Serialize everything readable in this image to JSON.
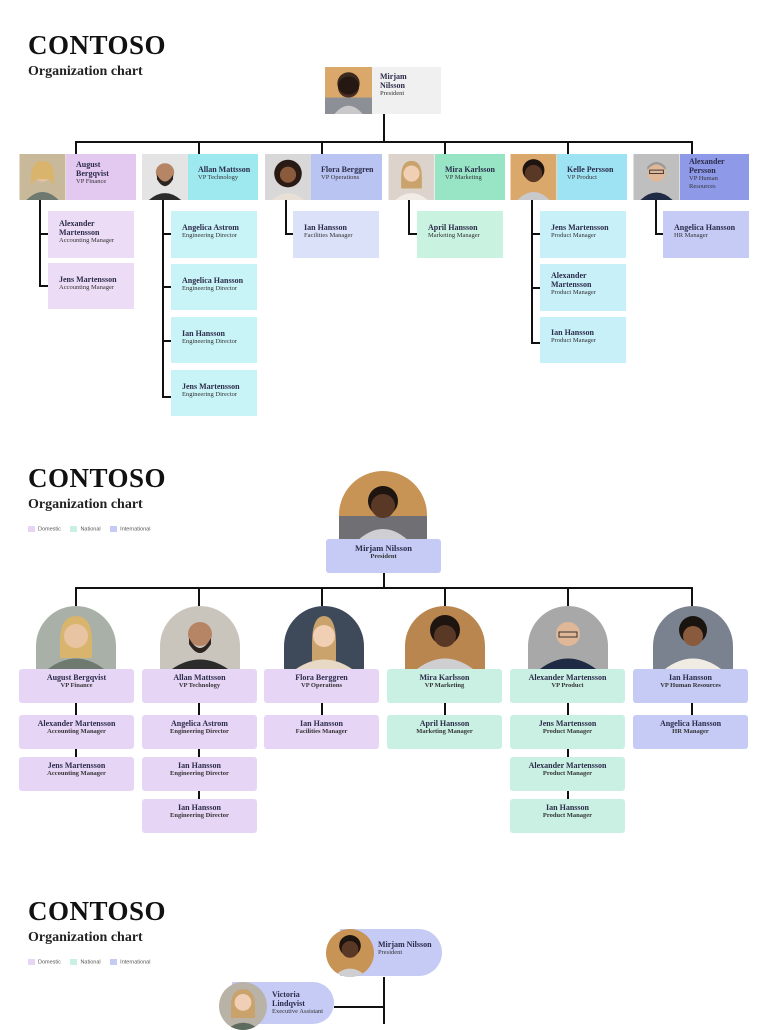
{
  "brand": "CONTOSO",
  "subtitle": "Organization chart",
  "colors": {
    "finance": "#e3c8f0",
    "technology": "#9ee8ef",
    "operations": "#b9c4f2",
    "marketing": "#97e5c5",
    "product": "#9ee3f3",
    "hr": "#8e9ae8",
    "president": "#f0f0f0",
    "domestic": "#e7d5f5",
    "national": "#c9f0e2",
    "international": "#c5cbf5"
  },
  "legend": [
    {
      "label": "Domestic"
    },
    {
      "label": "National"
    },
    {
      "label": "International"
    }
  ],
  "president": {
    "name": "Mirjam Nilsson",
    "name_lines": [
      "Mirjam",
      "Nilsson"
    ],
    "role": "President"
  },
  "vps": [
    {
      "name": "August Bergqvist",
      "name_lines": [
        "August",
        "Bergqvist"
      ],
      "role": "VP Finance",
      "reports": [
        {
          "name": "Alexander Martensson",
          "name_lines": [
            "Alexander",
            "Martensson"
          ],
          "role": "Accounting Manager"
        },
        {
          "name": "Jens Martensson",
          "name_lines": [
            "Jens Martensson"
          ],
          "role": "Accounting Manager"
        }
      ]
    },
    {
      "name": "Allan Mattsson",
      "name_lines": [
        "Allan Mattsson"
      ],
      "role": "VP Technology",
      "role_alt": "VP Technology",
      "reports": [
        {
          "name": "Angelica Astrom",
          "name_lines": [
            "Angelica Astrom"
          ],
          "role": "Engineering Director"
        },
        {
          "name": "Angelica Hansson",
          "name_lines": [
            "Angelica Hansson"
          ],
          "role": "Engineering Director"
        },
        {
          "name": "Ian Hansson",
          "name_lines": [
            "Ian Hansson"
          ],
          "role": "Engineering Director"
        },
        {
          "name": "Jens Martensson",
          "name_lines": [
            "Jens Martensson"
          ],
          "role": "Engineering Director"
        }
      ]
    },
    {
      "name": "Flora Berggren",
      "name_lines": [
        "Flora Berggren"
      ],
      "role": "VP Operations",
      "reports": [
        {
          "name": "Ian Hansson",
          "name_lines": [
            "Ian Hansson"
          ],
          "role": "Facilities Manager"
        }
      ]
    },
    {
      "name": "Mira Karlsson",
      "name_lines": [
        "Mira Karlsson"
      ],
      "role": "VP Marketing",
      "reports": [
        {
          "name": "April Hansson",
          "name_lines": [
            "April Hansson"
          ],
          "role": "Marketing Manager"
        }
      ]
    },
    {
      "name": "Kelle Persson",
      "name_lines": [
        "Kelle Persson"
      ],
      "role": "VP Product",
      "reports": [
        {
          "name": "Jens Martensson",
          "name_lines": [
            "Jens Martensson"
          ],
          "role": "Product Manager"
        },
        {
          "name": "Alexander Martensson",
          "name_lines": [
            "Alexander",
            "Martensson"
          ],
          "role": "Product Manager"
        },
        {
          "name": "Ian Hansson",
          "name_lines": [
            "Ian Hansson"
          ],
          "role": "Product Manager"
        }
      ]
    },
    {
      "name": "Alexander Persson",
      "name_lines": [
        "Alexander",
        "Persson"
      ],
      "role": "VP Human Resources",
      "role_lines": [
        "VP Human",
        "Resources"
      ],
      "reports": [
        {
          "name": "Angelica Hansson",
          "name_lines": [
            "Angelica Hansson"
          ],
          "role": "HR Manager"
        }
      ]
    }
  ],
  "chart2": {
    "vps": [
      {
        "name": "August Bergqvist",
        "role": "VP Finance"
      },
      {
        "name": "Allan Mattsson",
        "role": "VP Technology"
      },
      {
        "name": "Flora Berggren",
        "role": "VP Operations"
      },
      {
        "name": "Mira Karlsson",
        "role": "VP Marketing"
      },
      {
        "name": "Alexander Martensson",
        "role": "VP Product"
      },
      {
        "name": "Ian Hansson",
        "role": "VP Human Resources"
      }
    ],
    "reports": [
      [
        {
          "name": "Alexander Martensson",
          "role": "Accounting Manager"
        },
        {
          "name": "Jens Martensson",
          "role": "Accounting Manager"
        }
      ],
      [
        {
          "name": "Angelica Astrom",
          "role": "Engineering Director"
        },
        {
          "name": "Ian Hansson",
          "role": "Engineering Director"
        },
        {
          "name": "Ian Hansson",
          "role": "Engineering Director"
        }
      ],
      [
        {
          "name": "Ian Hansson",
          "role": "Facilities Manager"
        }
      ],
      [
        {
          "name": "April Hansson",
          "role": "Marketing Manager"
        }
      ],
      [
        {
          "name": "Jens Martensson",
          "role": "Product Manager"
        },
        {
          "name": "Alexander Martensson",
          "role": "Product Manager"
        },
        {
          "name": "Ian Hansson",
          "role": "Product Manager"
        }
      ],
      [
        {
          "name": "Angelica Hansson",
          "role": "HR Manager"
        }
      ]
    ]
  },
  "chart3": {
    "president": {
      "name": "Mirjam Nilsson",
      "role": "President"
    },
    "assistant": {
      "name_lines": [
        "Victoria",
        "Lindqvist"
      ],
      "role": "Executive Assistant"
    }
  }
}
